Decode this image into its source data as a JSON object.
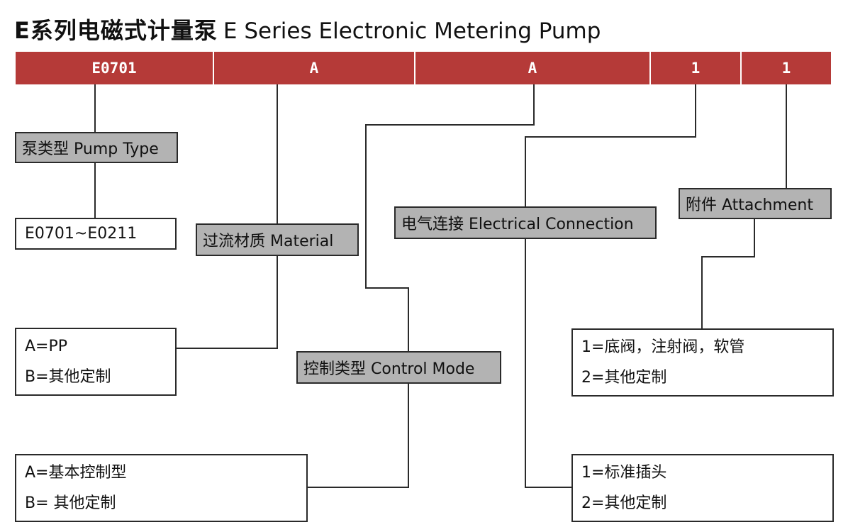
{
  "title": {
    "cn": "E系列电磁式计量泵",
    "en": "E Series Electronic Metering  Pump"
  },
  "code_segments": [
    "E0701",
    "A",
    "A",
    "1",
    "1"
  ],
  "pump_type": {
    "label": "泵类型 Pump Type",
    "options": [
      "E0701~E0211"
    ]
  },
  "material": {
    "label": "过流材质 Material",
    "options": [
      "A=PP",
      "B=其他定制"
    ]
  },
  "control_mode": {
    "label": "控制类型 Control Mode",
    "options": [
      "A=基本控制型",
      "B= 其他定制"
    ]
  },
  "electrical_connection": {
    "label": "电气连接 Electrical Connection",
    "options": [
      "1=标准插头",
      "2=其他定制"
    ]
  },
  "attachment": {
    "label": "附件 Attachment",
    "options": [
      "1=底阀，注射阀，软管",
      "2=其他定制"
    ]
  },
  "colors": {
    "code_bar": "#b53a38",
    "label_fill": "#b3b3b3",
    "line": "#2a2a2a"
  }
}
